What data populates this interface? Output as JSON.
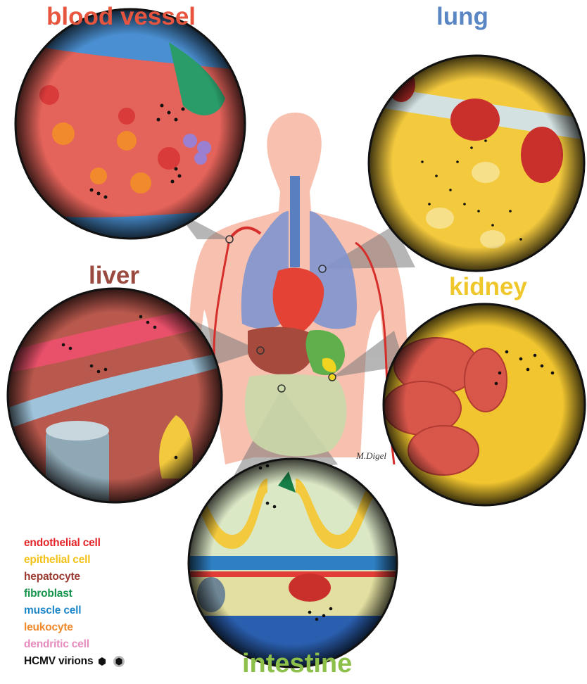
{
  "labels": {
    "blood_vessel": "blood vessel",
    "lung": "lung",
    "liver": "liver",
    "kidney": "kidney",
    "intestine": "intestine"
  },
  "colors": {
    "blood_vessel": "#e8553f",
    "lung": "#5b86c4",
    "liver": "#9b4a3f",
    "kidney": "#f0c72a",
    "intestine": "#8cc04a"
  },
  "legend": [
    {
      "label": "endothelial cell",
      "color": "#e4262b"
    },
    {
      "label": "epithelial cell",
      "color": "#f2c21b"
    },
    {
      "label": "hepatocyte",
      "color": "#9b3a33"
    },
    {
      "label": "fibroblast",
      "color": "#15944c"
    },
    {
      "label": "muscle cell",
      "color": "#1f88c9"
    },
    {
      "label": "leukocyte",
      "color": "#f08a2c"
    },
    {
      "label": "dendritic cell",
      "color": "#e58bbd"
    },
    {
      "label": "HCMV virions",
      "color": "#111111"
    }
  ],
  "signature": "M.Digel",
  "icons": [
    "virion-icon",
    "virion-outlined-icon"
  ]
}
